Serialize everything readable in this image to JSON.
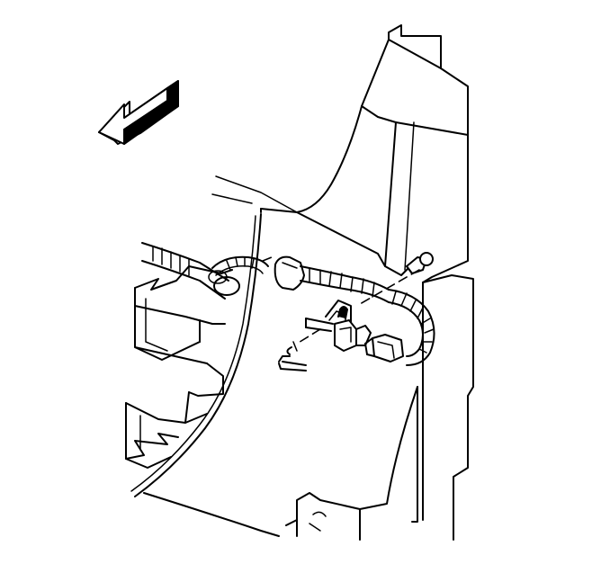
{
  "figure": {
    "kind": "service-illustration",
    "style": "black line art on white",
    "colors": {
      "line": "#000000",
      "background": "#ffffff"
    },
    "components": [
      "direction-arrow",
      "body-panel",
      "wiring-harness",
      "electrical-connector",
      "sensor",
      "mounting-clip",
      "frame-bracket"
    ]
  }
}
